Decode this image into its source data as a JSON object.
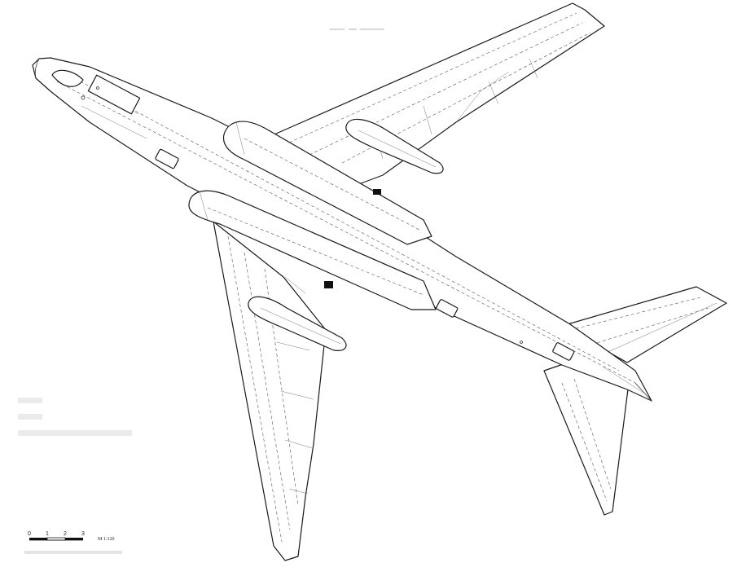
{
  "scale_bar": {
    "ticks": [
      "0",
      "1",
      "2",
      "3"
    ],
    "label": "M 1:120"
  },
  "colors": {
    "line": "#1a1a1a",
    "background": "#ffffff"
  }
}
